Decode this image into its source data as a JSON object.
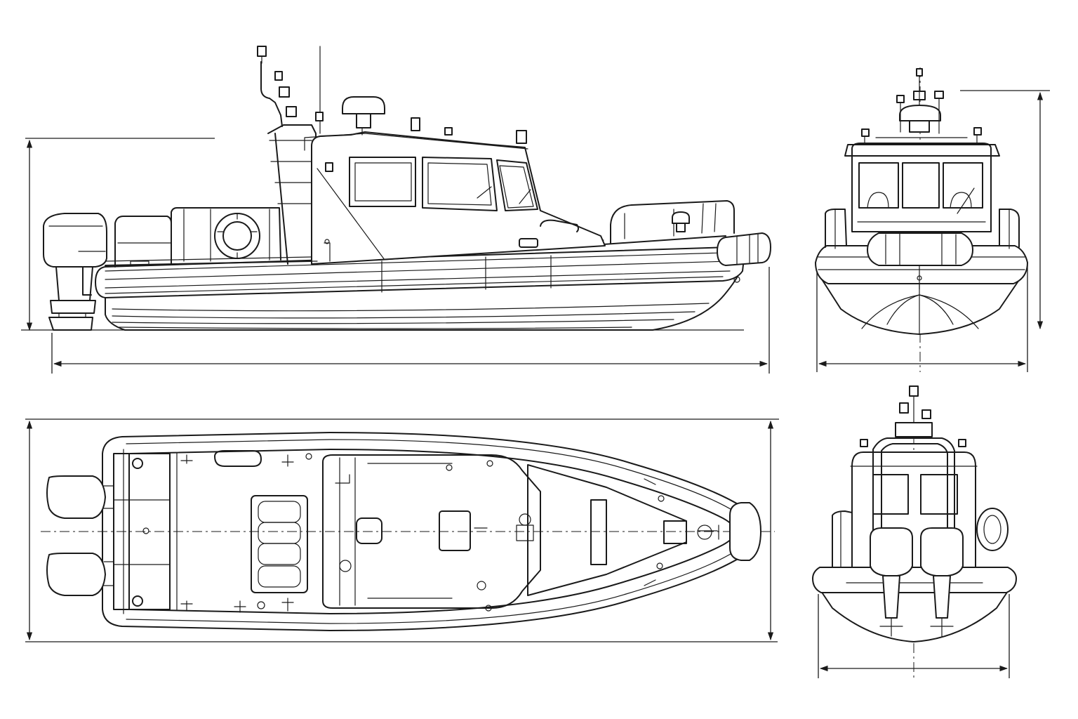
{
  "drawing": {
    "views": [
      {
        "id": "side-elevation",
        "kind": "profile"
      },
      {
        "id": "bow-elevation",
        "kind": "front"
      },
      {
        "id": "plan-view",
        "kind": "top"
      },
      {
        "id": "stern-elevation",
        "kind": "rear"
      }
    ],
    "line_color": "#1a1a1a",
    "background": "#ffffff"
  }
}
